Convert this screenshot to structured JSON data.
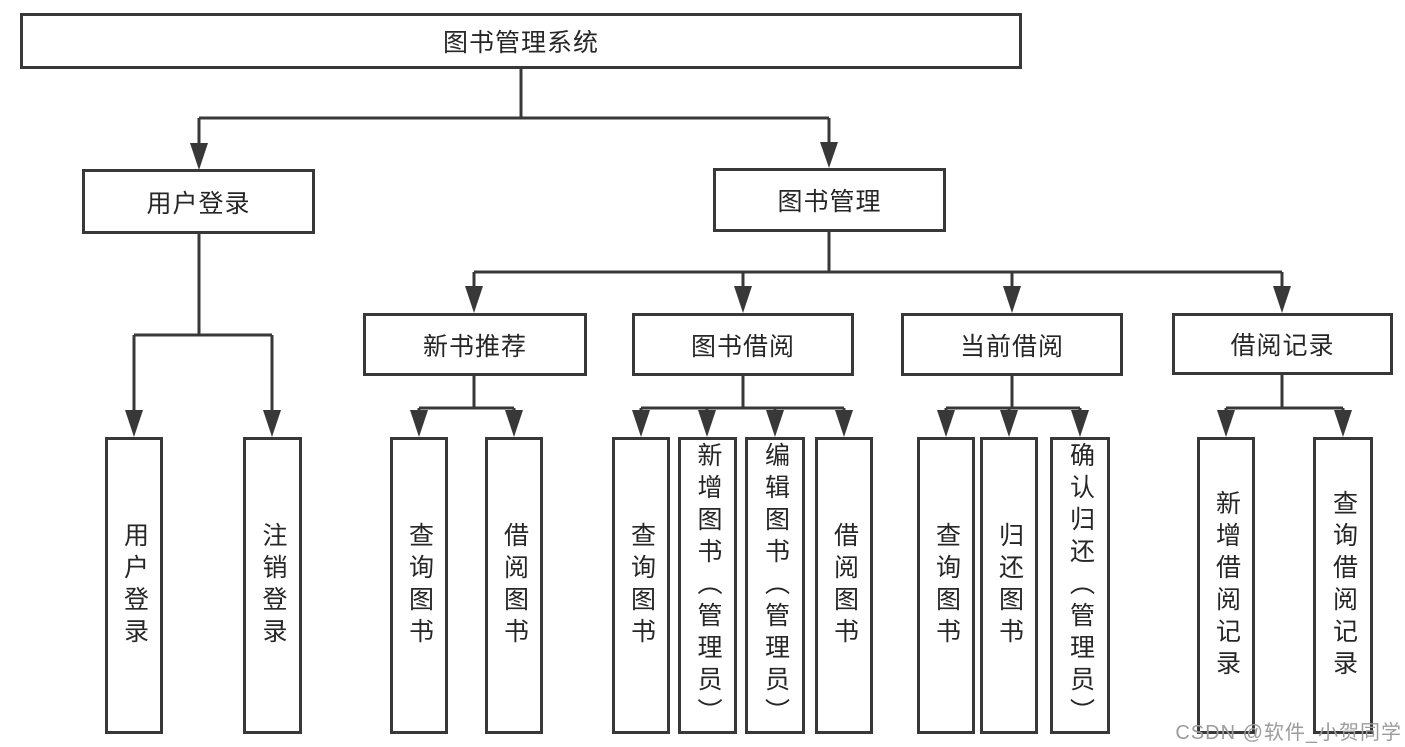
{
  "tree": {
    "label": "图书管理系统",
    "children": [
      {
        "label": "用户登录",
        "children": [
          {
            "label": "用户登录"
          },
          {
            "label": "注销登录"
          }
        ]
      },
      {
        "label": "图书管理",
        "children": [
          {
            "label": "新书推荐",
            "children": [
              {
                "label": "查询图书"
              },
              {
                "label": "借阅图书"
              }
            ]
          },
          {
            "label": "图书借阅",
            "children": [
              {
                "label": "查询图书"
              },
              {
                "label": "新增图书（管理员）"
              },
              {
                "label": "编辑图书（管理员）"
              },
              {
                "label": "借阅图书"
              }
            ]
          },
          {
            "label": "当前借阅",
            "children": [
              {
                "label": "查询图书"
              },
              {
                "label": "归还图书"
              },
              {
                "label": "确认归还（管理员）"
              }
            ]
          },
          {
            "label": "借阅记录",
            "children": [
              {
                "label": "新增借阅记录"
              },
              {
                "label": "查询借阅记录"
              }
            ]
          }
        ]
      }
    ]
  },
  "watermark": "CSDN @软件_小贺同学",
  "colors": {
    "line": "#383838",
    "box_border": "#383838",
    "text": "#262626",
    "watermark": "#9c9c9c",
    "background": "#ffffff"
  }
}
